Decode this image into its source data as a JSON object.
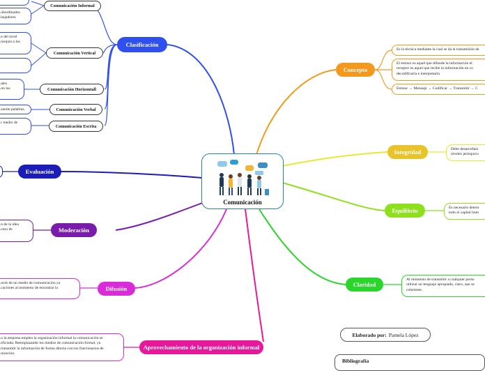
{
  "center": {
    "title": "Comunicación",
    "image_icon": "people-talking-illustration"
  },
  "clasificacion": {
    "label": "Clasificación",
    "color": "#2f4ff0",
    "items": [
      {
        "label": "Comunicación Informal",
        "note": "...ubordinados\n...bajadores"
      },
      {
        "label": "Comunicación Vertical",
        "note": "...e del nivel\n...rarquía a los"
      },
      {
        "label": "Comunicación Horizontall",
        "note": "...ales\n...on los"
      },
      {
        "label": "Comunicación Verbal",
        "note": "...zando palabras."
      },
      {
        "label": "Comunicación Escrita",
        "note": "...r medio de"
      }
    ]
  },
  "concepto": {
    "label": "Concepto",
    "color": "#f39a1e",
    "notes": [
      "Es la técnica mediante la cual se da la transmisión de",
      "El emisor es aquel que difunde la información el\nreceptor es aquel que recibe la información en co\ndecodificarla e interpretarla.",
      "Emisor → Mensaje → Codificar → Transmitir → C"
    ]
  },
  "integridad": {
    "label": "Integridad",
    "color": "#e8c42a",
    "note": "Debe desarrollars\nniveles jerárquico"
  },
  "equilibrio": {
    "label": "Equilibrio",
    "color": "#8ee01c",
    "note": "Es necesario detern\ntodo el capital hum"
  },
  "claridad": {
    "label": "Claridad",
    "color": "#29d629",
    "note": "Al momento de transmitir a cualquier perso\nutilizar un lenguaje apropiado, claro, que se\ncoherente."
  },
  "evaluacion": {
    "label": "Evaluación",
    "color": "#1c1cb8"
  },
  "moderacion": {
    "label": "Moderación",
    "color": "#7a1cab",
    "note": "...n de la idea\n...ceso de"
  },
  "difusion": {
    "label": "Difusión",
    "color": "#d92bd9",
    "note": "...avés de un medio de comunicación ya\n...caciones al momento de encontrar la"
  },
  "aprovechamiento": {
    "label": "Aprovechamiento de la organización informal",
    "color": "#e8189a",
    "note": "...o la empresa emplea la organización informal la comunicación se\n...eficiada. Reemplazando los medios de comunicación formal, ya\n...transmitir la información de forma directa con los funcionarios de\n...nización."
  },
  "elaborado": {
    "label": "Elaborado por:",
    "value": "Pamela López"
  },
  "bibliografia": {
    "label": "Bibliografía"
  }
}
